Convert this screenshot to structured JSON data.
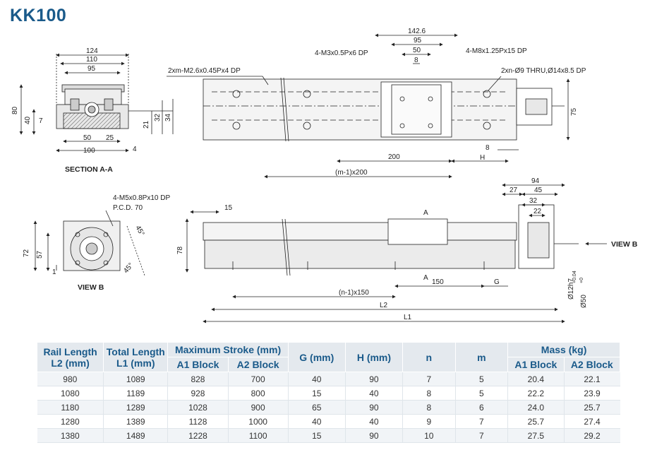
{
  "title": "KK100",
  "section_a": {
    "caption": "SECTION A-A",
    "dims": [
      "124",
      "110",
      "95",
      "80",
      "40",
      "7",
      "50",
      "25",
      "100",
      "21",
      "32",
      "34",
      "4"
    ]
  },
  "top_view": {
    "labels": {
      "m26": "2xm-M2.6x0.45Px4 DP",
      "m3": "4-M3x0.5Px6 DP",
      "m8": "4-M8x1.25Px15 DP",
      "thru": "2xn-Ø9 THRU,Ø14x8.5 DP"
    },
    "dims": [
      "142.6",
      "95",
      "50",
      "8",
      "75",
      "200",
      "8",
      "H",
      "(m-1)x200"
    ]
  },
  "view_b": {
    "caption": "VIEW B",
    "labels": {
      "m5": "4-M5x0.8Px10 DP",
      "pcd": "P.C.D. 70"
    },
    "dims": [
      "72",
      "57",
      "1",
      "45°",
      "45°"
    ]
  },
  "side_view": {
    "dims": [
      "15",
      "78",
      "A",
      "A",
      "150",
      "G",
      "(n-1)x150",
      "L2",
      "L1"
    ],
    "view_b_label": "VIEW B",
    "motor_dims": [
      "94",
      "27",
      "45",
      "32",
      "22",
      "Ø12h7",
      "Ø50"
    ],
    "tol_up": "+0.04",
    "tol_down": "+0"
  },
  "table": {
    "headers": {
      "rail": [
        "Rail Length",
        "L2 (mm)"
      ],
      "total": [
        "Total Length",
        "L1 (mm)"
      ],
      "stroke": "Maximum  Stroke (mm)",
      "a1": "A1 Block",
      "a2": "A2 Block",
      "g": "G (mm)",
      "h": "H (mm)",
      "n": "n",
      "m": "m",
      "mass": "Mass (kg)",
      "ma1": "A1 Block",
      "ma2": "A2 Block"
    },
    "rows": [
      [
        "980",
        "1089",
        "828",
        "700",
        "40",
        "90",
        "7",
        "5",
        "20.4",
        "22.1"
      ],
      [
        "1080",
        "1189",
        "928",
        "800",
        "15",
        "40",
        "8",
        "5",
        "22.2",
        "23.9"
      ],
      [
        "1180",
        "1289",
        "1028",
        "900",
        "65",
        "90",
        "8",
        "6",
        "24.0",
        "25.7"
      ],
      [
        "1280",
        "1389",
        "1128",
        "1000",
        "40",
        "40",
        "9",
        "7",
        "25.7",
        "27.4"
      ],
      [
        "1380",
        "1489",
        "1228",
        "1100",
        "15",
        "90",
        "10",
        "7",
        "27.5",
        "29.2"
      ]
    ]
  },
  "colors": {
    "title": "#1a5a8a",
    "header_bg": "#e4e9ee"
  }
}
